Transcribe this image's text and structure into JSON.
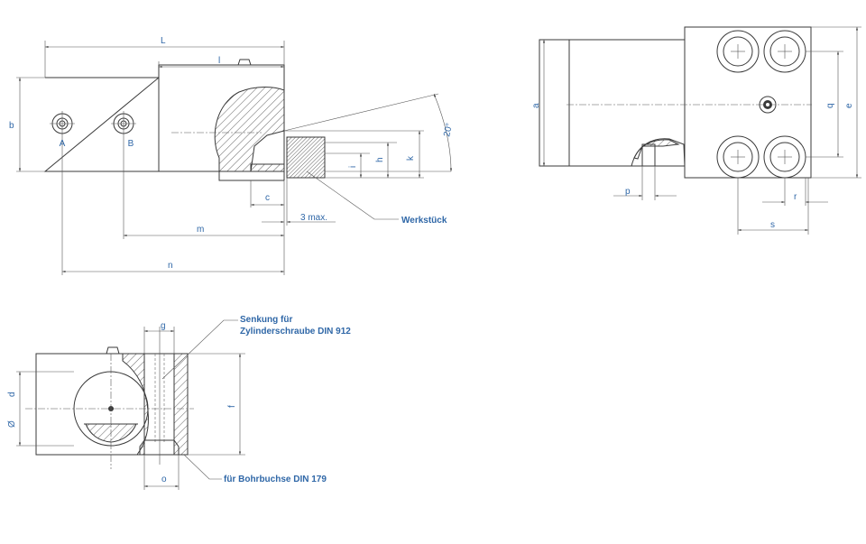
{
  "colors": {
    "label": "#2f67a7",
    "line": "#3a3a3a"
  },
  "labels": {
    "L": "L",
    "l": "l",
    "b": "b",
    "A": "A",
    "B": "B",
    "angle": "20°",
    "k": "k",
    "h": "h",
    "i": "i",
    "c": "c",
    "max3": "3 max.",
    "werkstueck": "Werkstück",
    "m": "m",
    "n": "n",
    "a": "a",
    "q": "q",
    "e": "e",
    "p": "p",
    "r": "r",
    "s": "s",
    "g": "g",
    "d": "d",
    "oe": "Ø",
    "f": "f",
    "o": "o",
    "senkung_line1": "Senkung für",
    "senkung_line2": "Zylinderschraube DIN 912",
    "bohrbuchse": "für Bohrbuchse DIN 179"
  }
}
